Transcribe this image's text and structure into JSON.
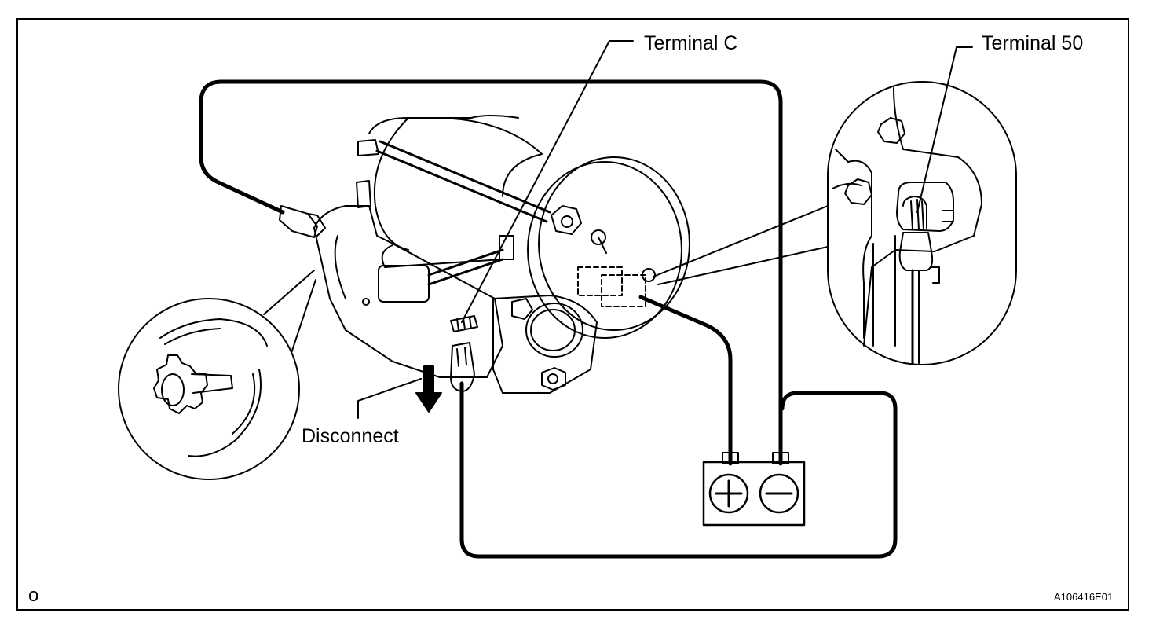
{
  "labels": {
    "terminal_c": "Terminal C",
    "terminal_50": "Terminal 50",
    "disconnect": "Disconnect",
    "corner_mark": "o",
    "figure_code": "A106416E01"
  },
  "battery": {
    "positive_symbol": "plus-symbol",
    "negative_symbol": "minus-symbol"
  },
  "colors": {
    "line": "#000000",
    "background": "#ffffff"
  }
}
